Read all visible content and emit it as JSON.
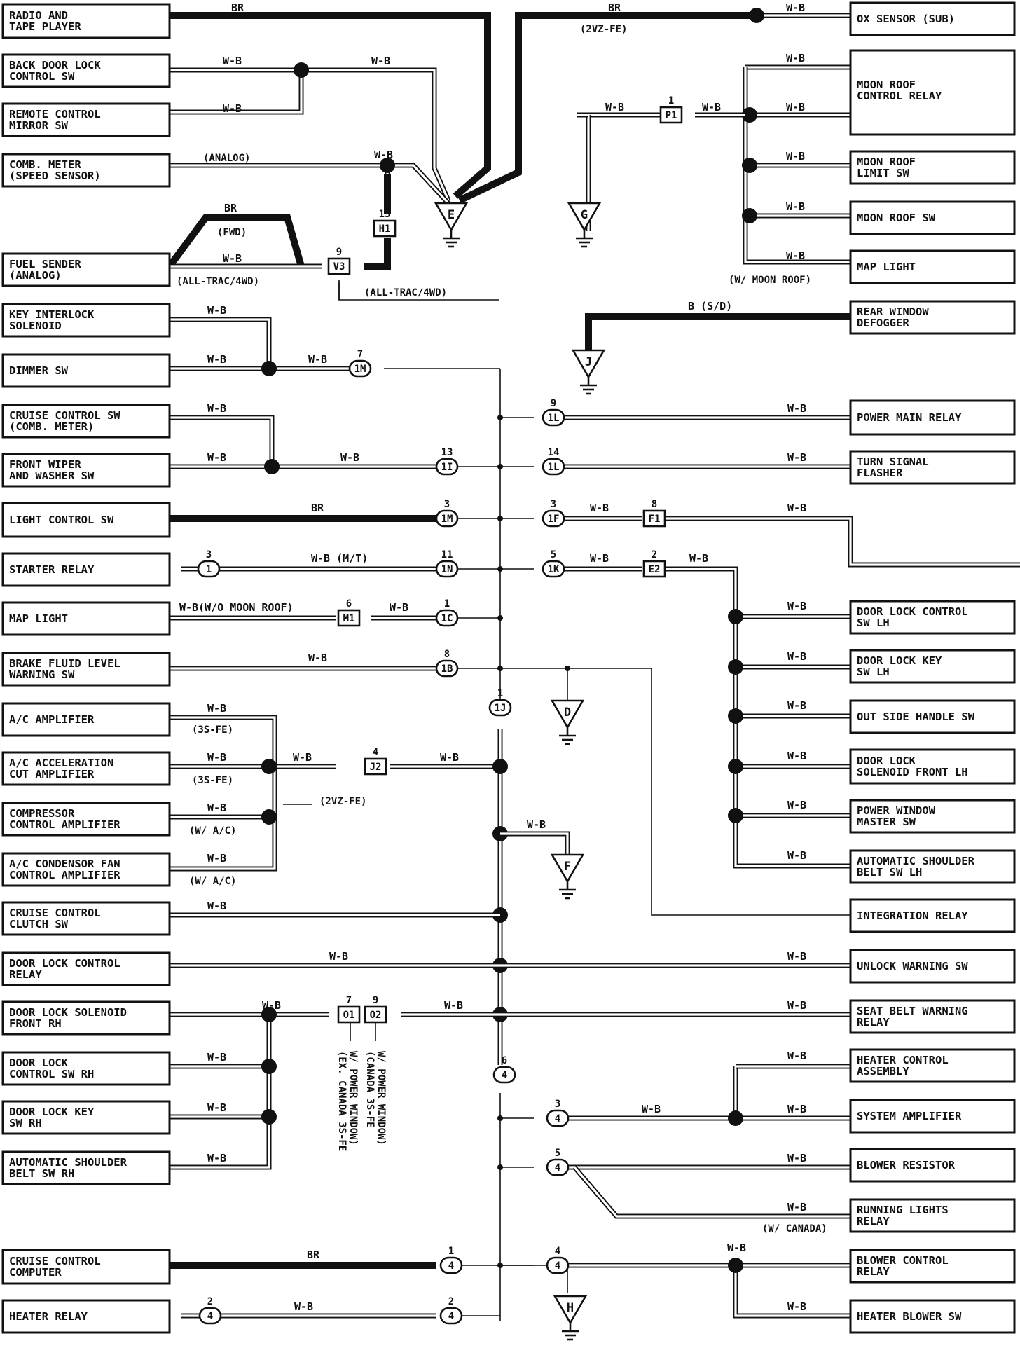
{
  "boxes_left": [
    {
      "id": "radio",
      "lines": [
        "RADIO AND",
        "TAPE PLAYER"
      ]
    },
    {
      "id": "backdoor",
      "lines": [
        "BACK DOOR LOCK",
        "CONTROL SW"
      ]
    },
    {
      "id": "remote",
      "lines": [
        "REMOTE CONTROL",
        "MIRROR SW"
      ]
    },
    {
      "id": "combmeter",
      "lines": [
        "COMB. METER",
        "(SPEED SENSOR)"
      ]
    },
    {
      "id": "fuel",
      "lines": [
        "FUEL SENDER",
        "(ANALOG)"
      ]
    },
    {
      "id": "keyint",
      "lines": [
        "KEY INTERLOCK",
        "SOLENOID"
      ]
    },
    {
      "id": "dimmer",
      "lines": [
        "DIMMER SW"
      ]
    },
    {
      "id": "cruisesw",
      "lines": [
        "CRUISE CONTROL SW",
        "(COMB. METER)"
      ]
    },
    {
      "id": "wiper",
      "lines": [
        "FRONT WIPER",
        "AND WASHER SW"
      ]
    },
    {
      "id": "lightctl",
      "lines": [
        "LIGHT CONTROL SW"
      ]
    },
    {
      "id": "starter",
      "lines": [
        "STARTER RELAY"
      ]
    },
    {
      "id": "maplightL",
      "lines": [
        "MAP LIGHT"
      ]
    },
    {
      "id": "brake",
      "lines": [
        "BRAKE FLUID LEVEL",
        "WARNING SW"
      ]
    },
    {
      "id": "acamp",
      "lines": [
        "A/C AMPLIFIER"
      ]
    },
    {
      "id": "acaccel",
      "lines": [
        "A/C ACCELERATION",
        "CUT AMPLIFIER"
      ]
    },
    {
      "id": "compressor",
      "lines": [
        "COMPRESSOR",
        "CONTROL AMPLIFIER"
      ]
    },
    {
      "id": "accond",
      "lines": [
        "A/C CONDENSOR FAN",
        "CONTROL AMPLIFIER"
      ]
    },
    {
      "id": "cruiseclutch",
      "lines": [
        "CRUISE CONTROL",
        "CLUTCH SW"
      ]
    },
    {
      "id": "doorlockrelay",
      "lines": [
        "DOOR LOCK CONTROL",
        "RELAY"
      ]
    },
    {
      "id": "dlsolrh",
      "lines": [
        "DOOR LOCK SOLENOID",
        "FRONT RH"
      ]
    },
    {
      "id": "dlctlrh",
      "lines": [
        "DOOR LOCK",
        "CONTROL SW RH"
      ]
    },
    {
      "id": "dlkeyrh",
      "lines": [
        "DOOR LOCK KEY",
        "SW RH"
      ]
    },
    {
      "id": "asbrh",
      "lines": [
        "AUTOMATIC SHOULDER",
        "BELT SW RH"
      ]
    },
    {
      "id": "cruisecomp",
      "lines": [
        "CRUISE CONTROL",
        "COMPUTER"
      ]
    },
    {
      "id": "heaterrelay",
      "lines": [
        "HEATER RELAY"
      ]
    }
  ],
  "boxes_right": [
    {
      "id": "oxsensor",
      "lines": [
        "OX SENSOR (SUB)"
      ]
    },
    {
      "id": "moonrelay",
      "lines": [
        "MOON ROOF",
        "CONTROL RELAY"
      ]
    },
    {
      "id": "moonlimit",
      "lines": [
        "MOON ROOF",
        "LIMIT SW"
      ]
    },
    {
      "id": "moonsw",
      "lines": [
        "MOON ROOF SW"
      ]
    },
    {
      "id": "maplightR",
      "lines": [
        "MAP LIGHT"
      ]
    },
    {
      "id": "rearwin",
      "lines": [
        "REAR WINDOW",
        "DEFOGGER"
      ]
    },
    {
      "id": "powermain",
      "lines": [
        "POWER MAIN RELAY"
      ]
    },
    {
      "id": "turnsig",
      "lines": [
        "TURN SIGNAL",
        "FLASHER"
      ]
    },
    {
      "id": "dlctllh",
      "lines": [
        "DOOR LOCK CONTROL",
        "SW LH"
      ]
    },
    {
      "id": "dlkeylh",
      "lines": [
        "DOOR LOCK KEY",
        "SW LH"
      ]
    },
    {
      "id": "outside",
      "lines": [
        "OUT SIDE HANDLE SW"
      ]
    },
    {
      "id": "dlsollh",
      "lines": [
        "DOOR LOCK",
        "SOLENOID FRONT LH"
      ]
    },
    {
      "id": "pwmaster",
      "lines": [
        "POWER WINDOW",
        "MASTER SW"
      ]
    },
    {
      "id": "asblh",
      "lines": [
        "AUTOMATIC SHOULDER",
        "BELT SW LH"
      ]
    },
    {
      "id": "integration",
      "lines": [
        "INTEGRATION RELAY"
      ]
    },
    {
      "id": "unlock",
      "lines": [
        "UNLOCK WARNING SW"
      ]
    },
    {
      "id": "seatbelt",
      "lines": [
        "SEAT BELT WARNING",
        "RELAY"
      ]
    },
    {
      "id": "heaterctl",
      "lines": [
        "HEATER CONTROL",
        "ASSEMBLY"
      ]
    },
    {
      "id": "sysamp",
      "lines": [
        "SYSTEM AMPLIFIER"
      ]
    },
    {
      "id": "blowerres",
      "lines": [
        "BLOWER RESISTOR"
      ]
    },
    {
      "id": "running",
      "lines": [
        "RUNNING LIGHTS",
        "RELAY"
      ]
    },
    {
      "id": "blowerctl",
      "lines": [
        "BLOWER CONTROL",
        "RELAY"
      ]
    },
    {
      "id": "heaterblower",
      "lines": [
        "HEATER BLOWER SW"
      ]
    }
  ],
  "grounds": {
    "E": "E",
    "G": "G",
    "J": "J",
    "D": "D",
    "F": "F",
    "H": "H"
  },
  "connectors": {
    "P1": "P1",
    "H1": "H1",
    "V3": "V3",
    "1M_a": "1M",
    "1L_a": "1L",
    "1I": "1I",
    "1L_b": "1L",
    "1M_b": "1M",
    "1F": "1F",
    "F1": "F1",
    "c1": "1",
    "1N": "1N",
    "1K": "1K",
    "E2": "E2",
    "M1": "M1",
    "1C": "1C",
    "1B": "1B",
    "1J": "1J",
    "J2": "J2",
    "O1": "O1",
    "O2": "O2",
    "c4_6": "4",
    "c4_3": "4",
    "c4_5": "4",
    "c4_1": "4",
    "c4_4": "4",
    "c4_2a": "4",
    "c4_2b": "4"
  },
  "pins": {
    "P1": "1",
    "H1": "13",
    "V3": "9",
    "1M_a": "7",
    "1L_a": "9",
    "1I": "13",
    "1L_b": "14",
    "1M_b": "3",
    "1F": "3",
    "F1": "8",
    "c1": "3",
    "1N": "11",
    "1K": "5",
    "E2": "2",
    "M1": "6",
    "1C": "1",
    "1B": "8",
    "1J": "1",
    "J2": "4",
    "O1": "7",
    "O2": "9",
    "c4_6": "6",
    "c4_3": "3",
    "c4_5": "5",
    "c4_1": "1",
    "c4_4": "4",
    "c4_2a": "2",
    "c4_2b": "2"
  },
  "wire_labels": {
    "br": "BR",
    "wb": "W-B",
    "b_sd": "B (S/D)",
    "wb_mt": "W-B  (M/T)",
    "wb_wo_moon": "W-B(W/O MOON ROOF)"
  },
  "notes": {
    "n2vzfe_top": "(2VZ-FE)",
    "analog": "(ANALOG)",
    "fwd": "(FWD)",
    "alltrac1": "(ALL-TRAC/4WD)",
    "alltrac2": "(ALL-TRAC/4WD)",
    "wmoonroof": "(W/ MOON ROOF)",
    "n3sfe_a": "(3S-FE)",
    "n3sfe_b": "(3S-FE)",
    "n2vzfe_mid": "(2VZ-FE)",
    "wac_a": "(W/ A/C)",
    "wac_b": "(W/ A/C)",
    "excanada_1": "(EX. CANADA 3S-FE",
    "excanada_2": "W/ POWER WINDOW)",
    "canada_1": "(CANADA 3S-FE",
    "canada_2": "W/ POWER WINDOW)",
    "wcanada": "(W/ CANADA)"
  }
}
